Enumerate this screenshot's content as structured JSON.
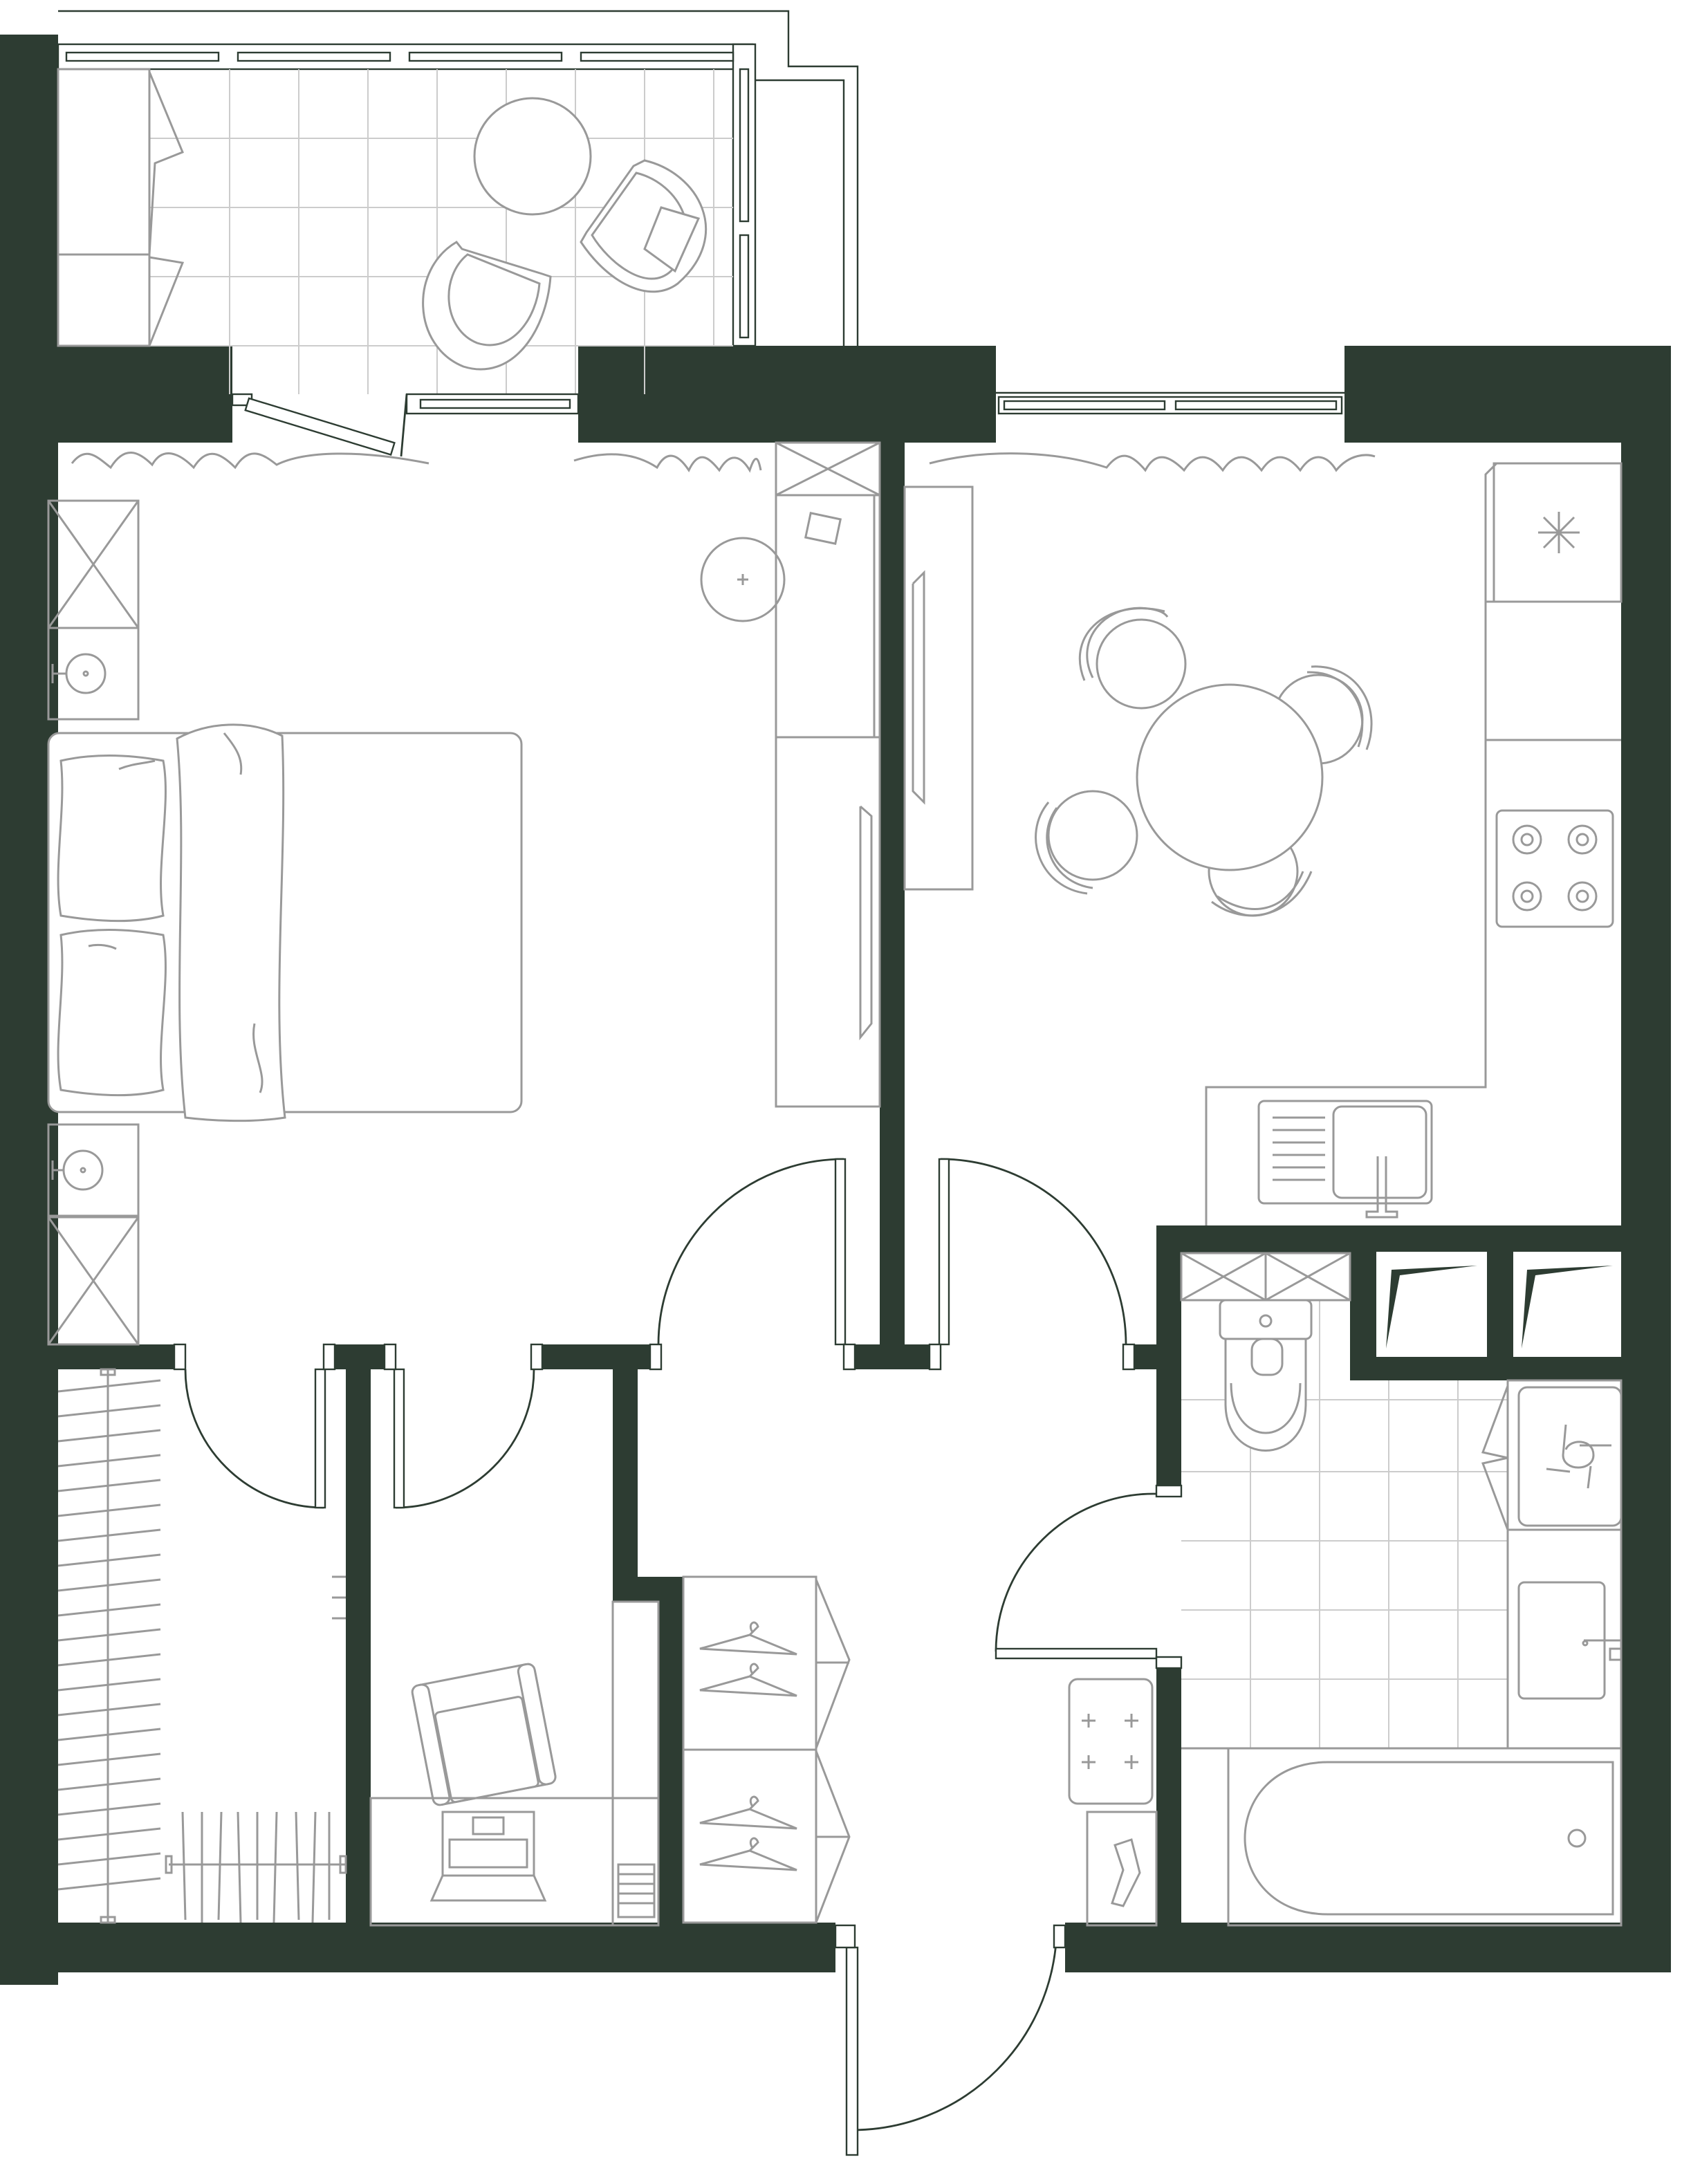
{
  "floor_plan": {
    "type": "apartment-floor-plan",
    "text_labels": [],
    "colors": {
      "wall": "#2d3c32",
      "line": "#999999",
      "grid": "#cccccc",
      "door_swing": "#2d3c32",
      "background": "#ffffff"
    },
    "rooms": [
      "balcony",
      "bedroom",
      "kitchen-dining",
      "walk-in-closet",
      "study",
      "hallway",
      "bathroom"
    ],
    "fixtures": [
      "balcony-table",
      "balcony-chair",
      "balcony-chair",
      "double-bed",
      "pillow",
      "pillow",
      "blanket",
      "nightstand",
      "nightstand",
      "bedroom-wardrobe",
      "round-side-table",
      "tv-console",
      "dining-table",
      "dining-chair",
      "dining-chair",
      "dining-chair",
      "dining-chair",
      "fridge",
      "kitchen-counter",
      "cooktop",
      "sink",
      "toilet",
      "washing-machine",
      "washbasin",
      "bathtub",
      "closet-rail",
      "hanger-rail",
      "armchair",
      "desk",
      "printer",
      "entry-wardrobe",
      "radiator",
      "shoe-rack"
    ]
  }
}
